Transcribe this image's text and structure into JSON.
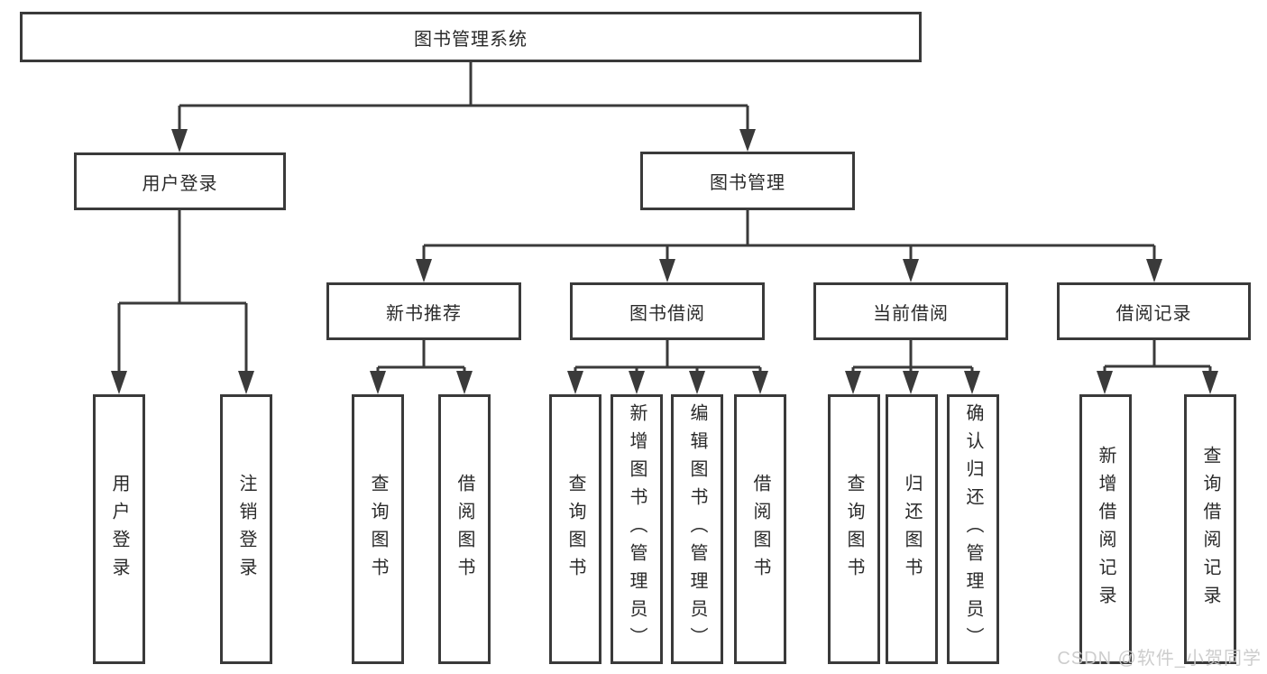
{
  "colors": {
    "line": "#3a3a3a",
    "box_border": "#3a3a3a",
    "box_background": "#ffffff",
    "text": "#2a2a2a",
    "background": "#ffffff",
    "watermark": "#c9c9c9"
  },
  "tree": {
    "root": {
      "label": "图书管理系统"
    },
    "branches": [
      {
        "label": "用户登录",
        "children": [
          {
            "label": "用户登录"
          },
          {
            "label": "注销登录"
          }
        ]
      },
      {
        "label": "图书管理",
        "children": [
          {
            "label": "新书推荐",
            "children": [
              {
                "label": "查询图书"
              },
              {
                "label": "借阅图书"
              }
            ]
          },
          {
            "label": "图书借阅",
            "children": [
              {
                "label": "查询图书"
              },
              {
                "label": "新增图书（管理员）"
              },
              {
                "label": "编辑图书（管理员）"
              },
              {
                "label": "借阅图书"
              }
            ]
          },
          {
            "label": "当前借阅",
            "children": [
              {
                "label": "查询图书"
              },
              {
                "label": "归还图书"
              },
              {
                "label": "确认归还（管理员）"
              }
            ]
          },
          {
            "label": "借阅记录",
            "children": [
              {
                "label": "新增借阅记录"
              },
              {
                "label": "查询借阅记录"
              }
            ]
          }
        ]
      }
    ]
  },
  "watermark": {
    "text": "CSDN @软件_小贺同学"
  }
}
